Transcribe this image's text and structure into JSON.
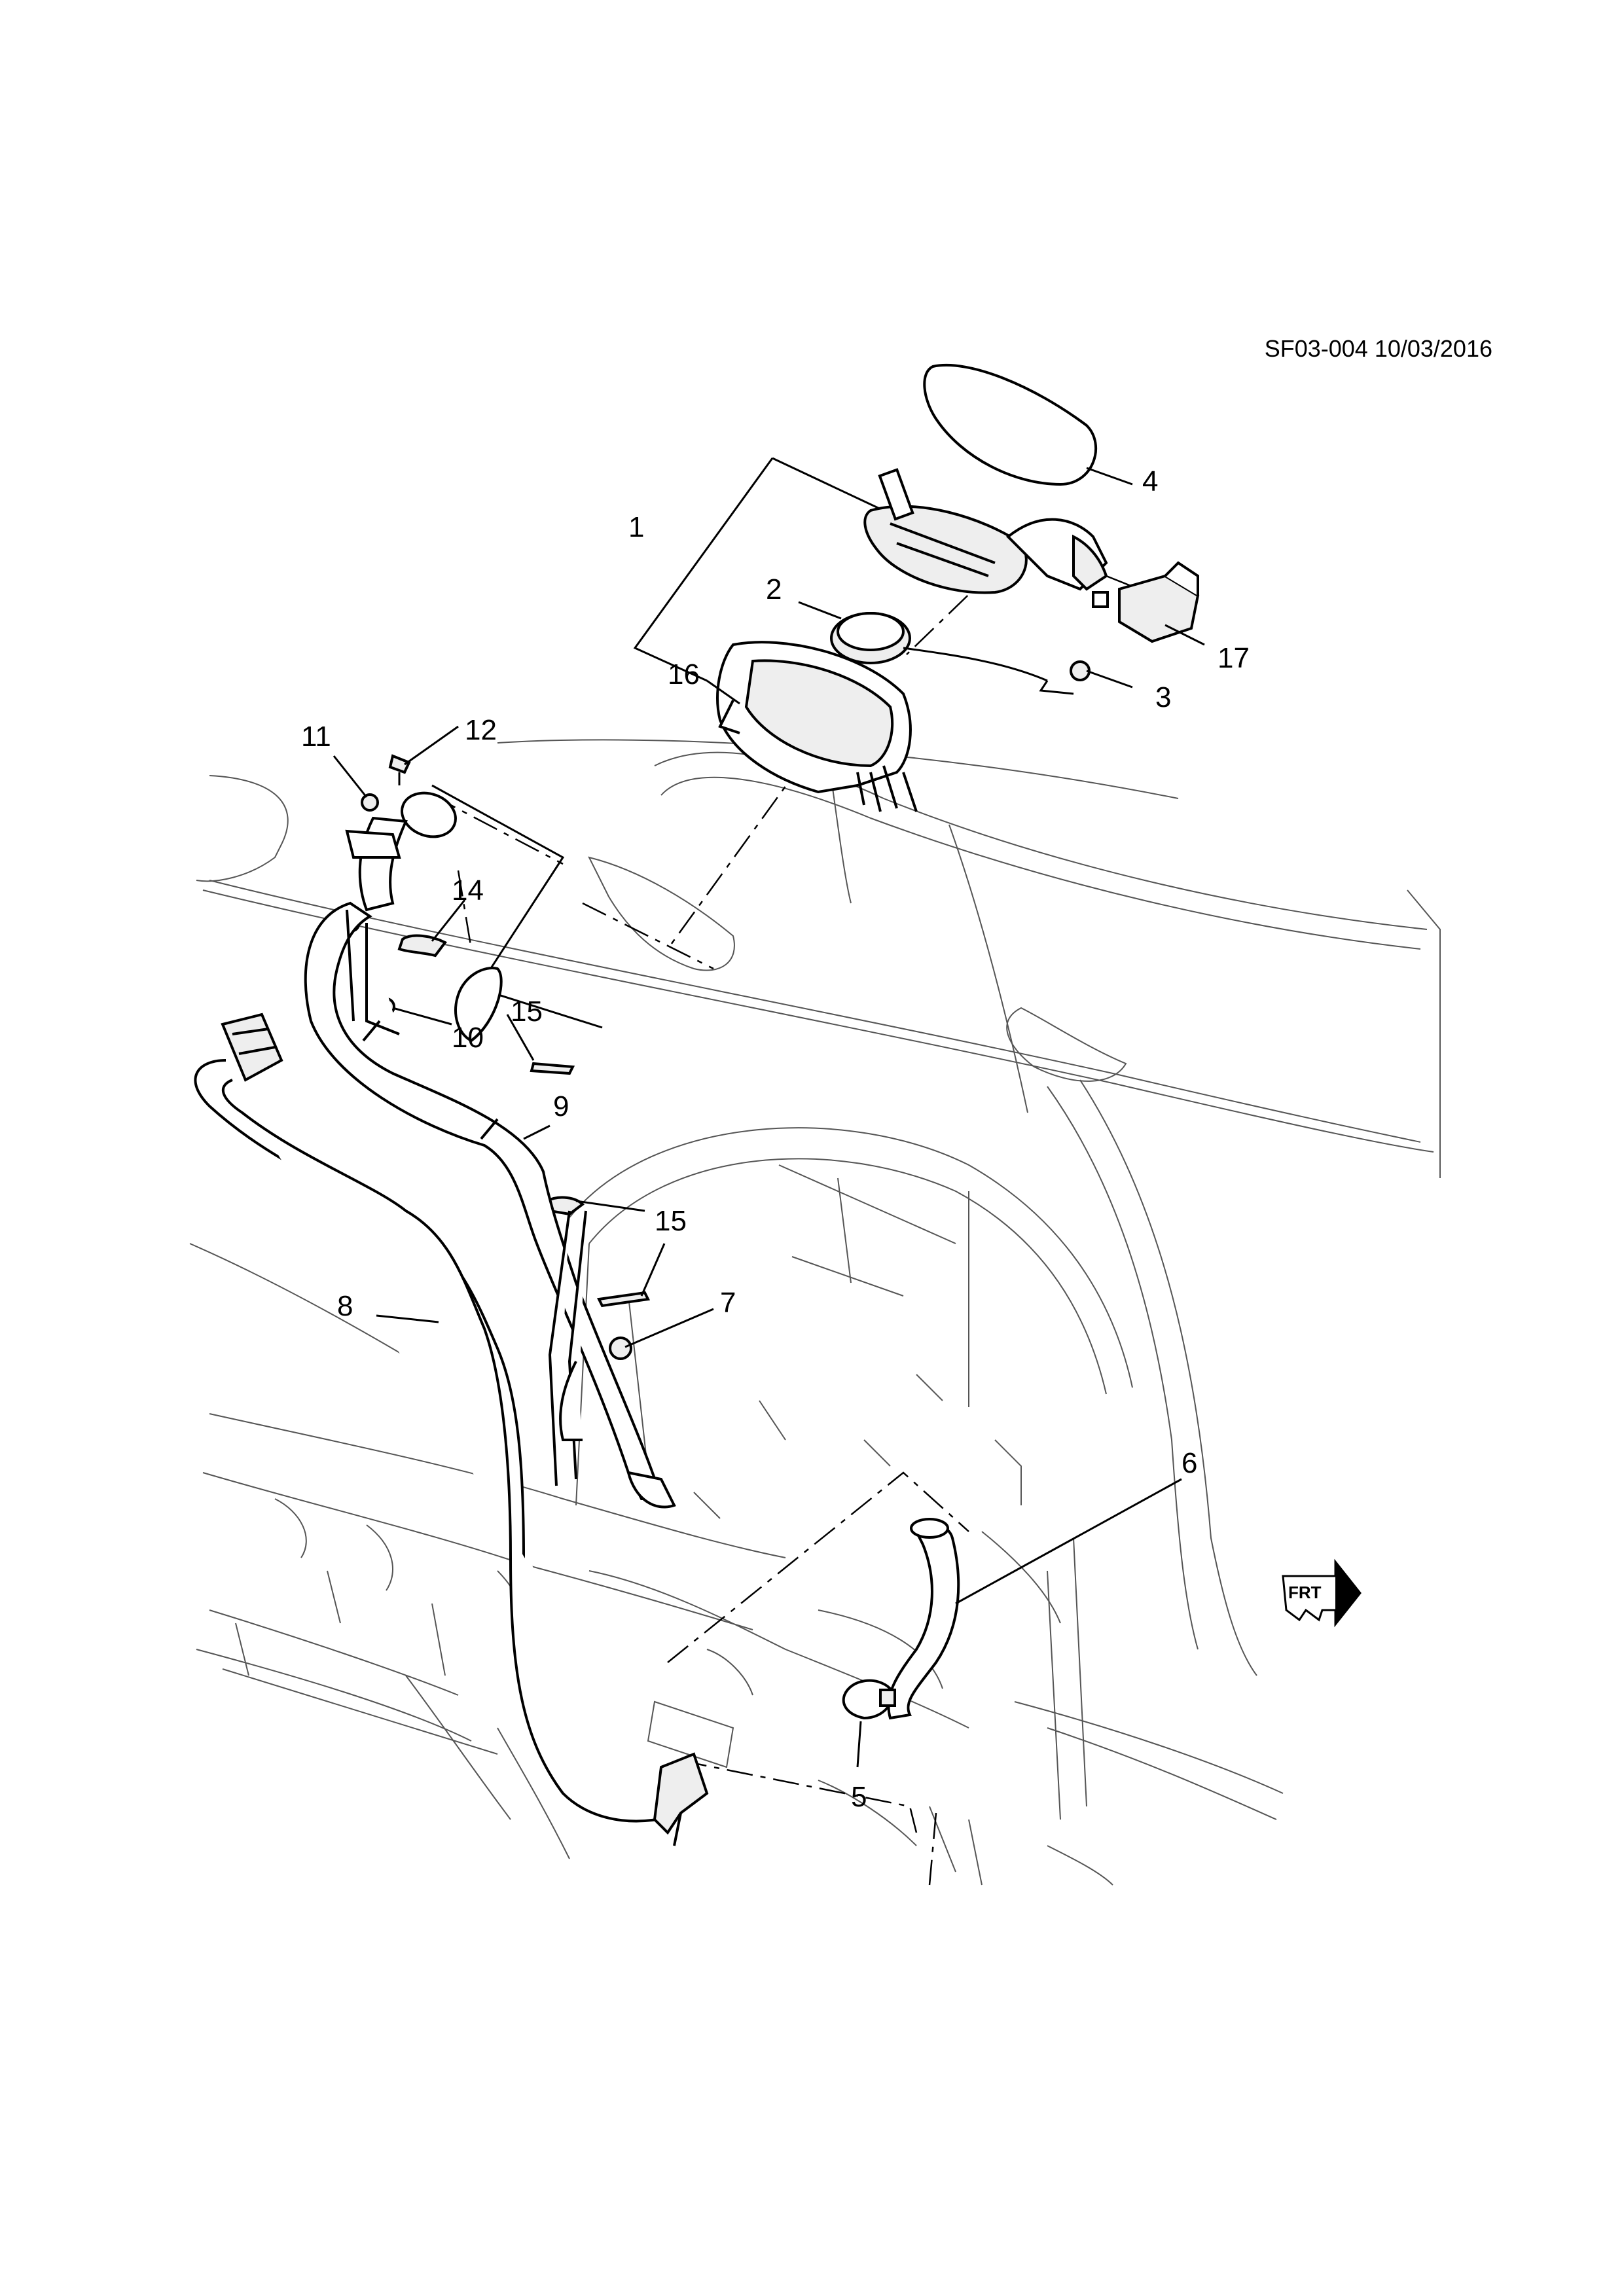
{
  "reference": "SF03-004 10/03/2016",
  "frt_label": "FRT",
  "callouts": {
    "c1": "1",
    "c2": "2",
    "c3": "3",
    "c4": "4",
    "c5": "5",
    "c6": "6",
    "c7": "7",
    "c8": "8",
    "c9": "9",
    "c10": "10",
    "c11": "11",
    "c12": "12",
    "c14": "14",
    "c15a": "15",
    "c15b": "15",
    "c16": "16",
    "c17": "17"
  }
}
